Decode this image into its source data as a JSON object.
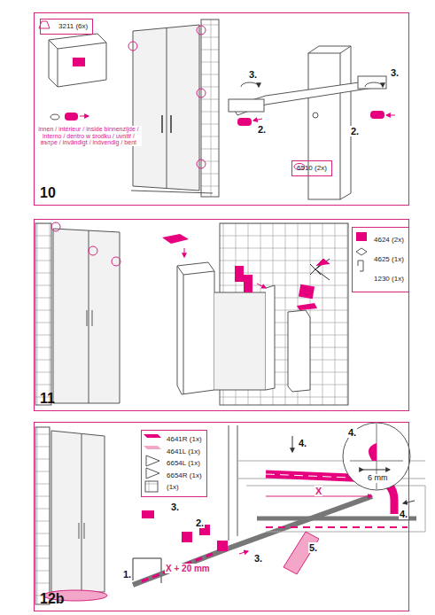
{
  "diagram": {
    "nodes": [
      {
        "text": [
          "10"
        ]
      },
      {
        "text": [
          "3211 (6x)"
        ],
        "in": 0
      },
      {
        "text": [
          "6510 (2x)"
        ],
        "in": 0
      },
      {
        "text": [
          "11"
        ]
      },
      {
        "text": [
          "4624 (2x)",
          "4625 (1x)",
          "1230 (1x)"
        ],
        "in": 3
      },
      {
        "text": [
          "12b"
        ]
      },
      {
        "text": [
          "4641R (1x)",
          "4641L (1x)",
          "6654L (1x)",
          "6654R (1x)",
          "(1x)"
        ],
        "in": 5
      }
    ],
    "edges": [],
    "labels": [
      "innen / intérieur / inside binnenzijde / interno / dentro w środku / uvnitř / вътре / invändigt / indvendig / bent",
      "3.",
      "2.",
      "2.",
      "3.",
      "3.",
      "2.",
      "1.",
      "X + 20 mm",
      "3.",
      "4.",
      "4.",
      "4.",
      "6 mm",
      "X",
      "5."
    ]
  }
}
